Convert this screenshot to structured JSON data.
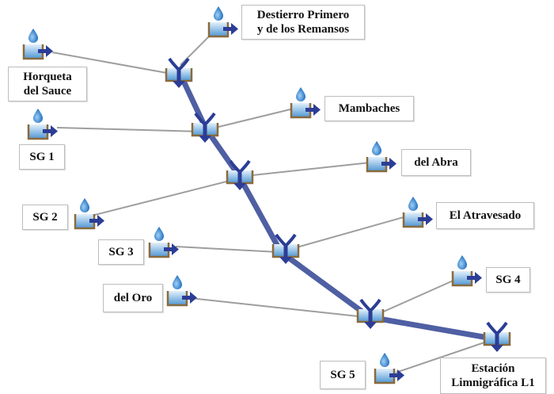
{
  "colors": {
    "channel": "#4f5fa3",
    "link": "#9e9e9e",
    "icon_body_top": "#d9ecfb",
    "icon_body_bottom": "#5a9fd8",
    "icon_frame": "#8a6a3c",
    "icon_arrow": "#2c3d96",
    "drop": "#3a8ad6"
  },
  "labels": {
    "destierro": [
      "Destierro Primero",
      "y de los Remansos"
    ],
    "horqueta": [
      "Horqueta",
      "del Sauce"
    ],
    "mambaches": [
      "Mambaches"
    ],
    "sg1": [
      "SG 1"
    ],
    "del_abra": [
      "del Abra"
    ],
    "sg2": [
      "SG 2"
    ],
    "el_atravesado": [
      "El Atravesado"
    ],
    "sg3": [
      "SG 3"
    ],
    "sg4": [
      "SG 4"
    ],
    "del_oro": [
      "del Oro"
    ],
    "sg5": [
      "SG 5"
    ],
    "estacion": [
      "Estación",
      "Limnigráfica L1"
    ]
  }
}
